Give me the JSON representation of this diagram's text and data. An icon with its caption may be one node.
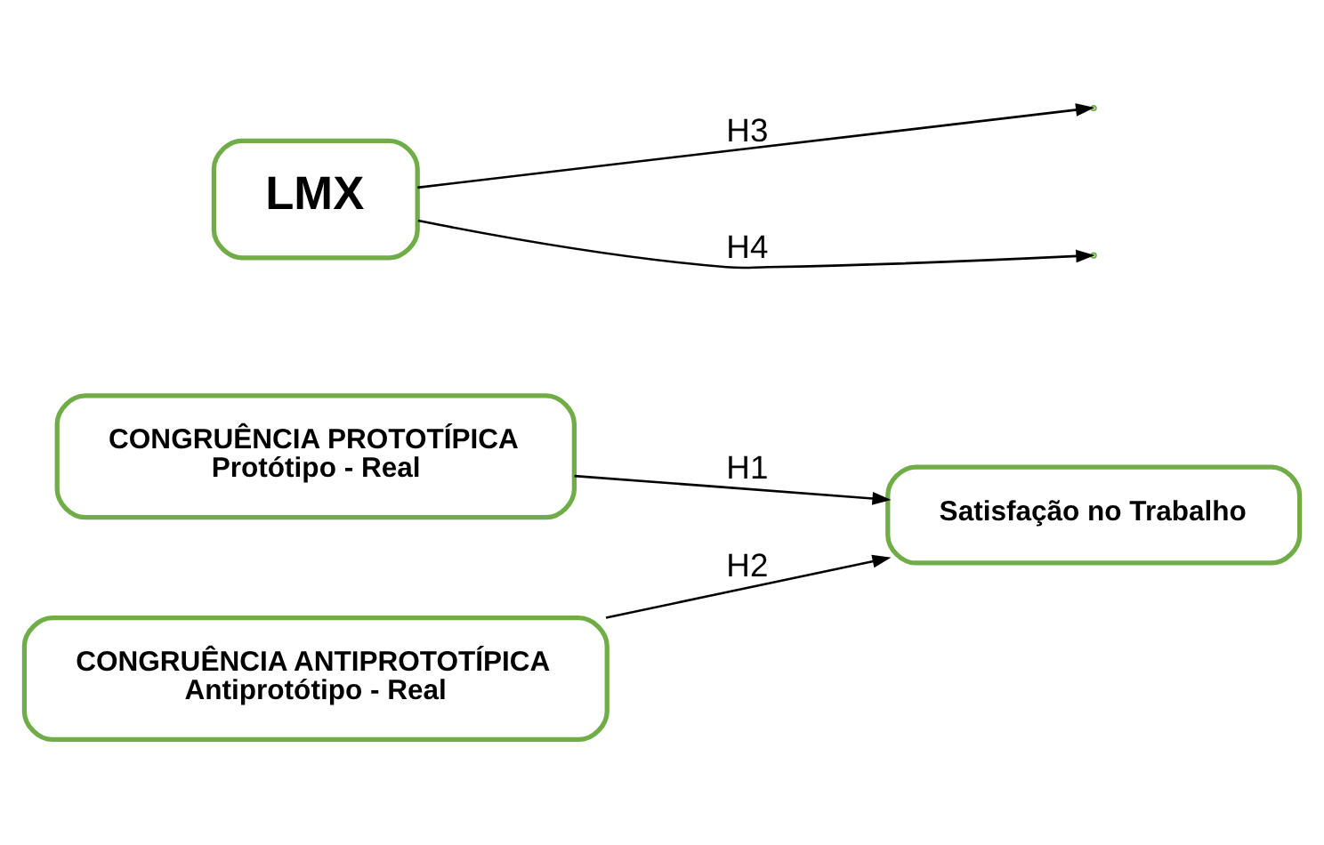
{
  "diagram": {
    "nodes": [
      {
        "text": [
          "CONGRUÊNCIA PROTOTÍPICA",
          "Protótipo - Real"
        ]
      },
      {
        "text": [
          "Satisfação no Trabalho"
        ]
      },
      {
        "text": [
          "CONGRUÊNCIA ANTIPROTOTÍPICA",
          "Antiprotótipo - Real"
        ]
      },
      {
        "text": [
          "LMX"
        ]
      }
    ],
    "edges": [
      {
        "from": 0,
        "to": 1,
        "arrow": "to",
        "label": "H1"
      },
      {
        "from": 2,
        "to": 1,
        "arrow": "to",
        "label": "H2"
      },
      {
        "from": 3,
        "to": null,
        "arrow": "to",
        "label": "H3"
      },
      {
        "from": 3,
        "to": null,
        "arrow": "to",
        "label": "H4"
      }
    ]
  }
}
